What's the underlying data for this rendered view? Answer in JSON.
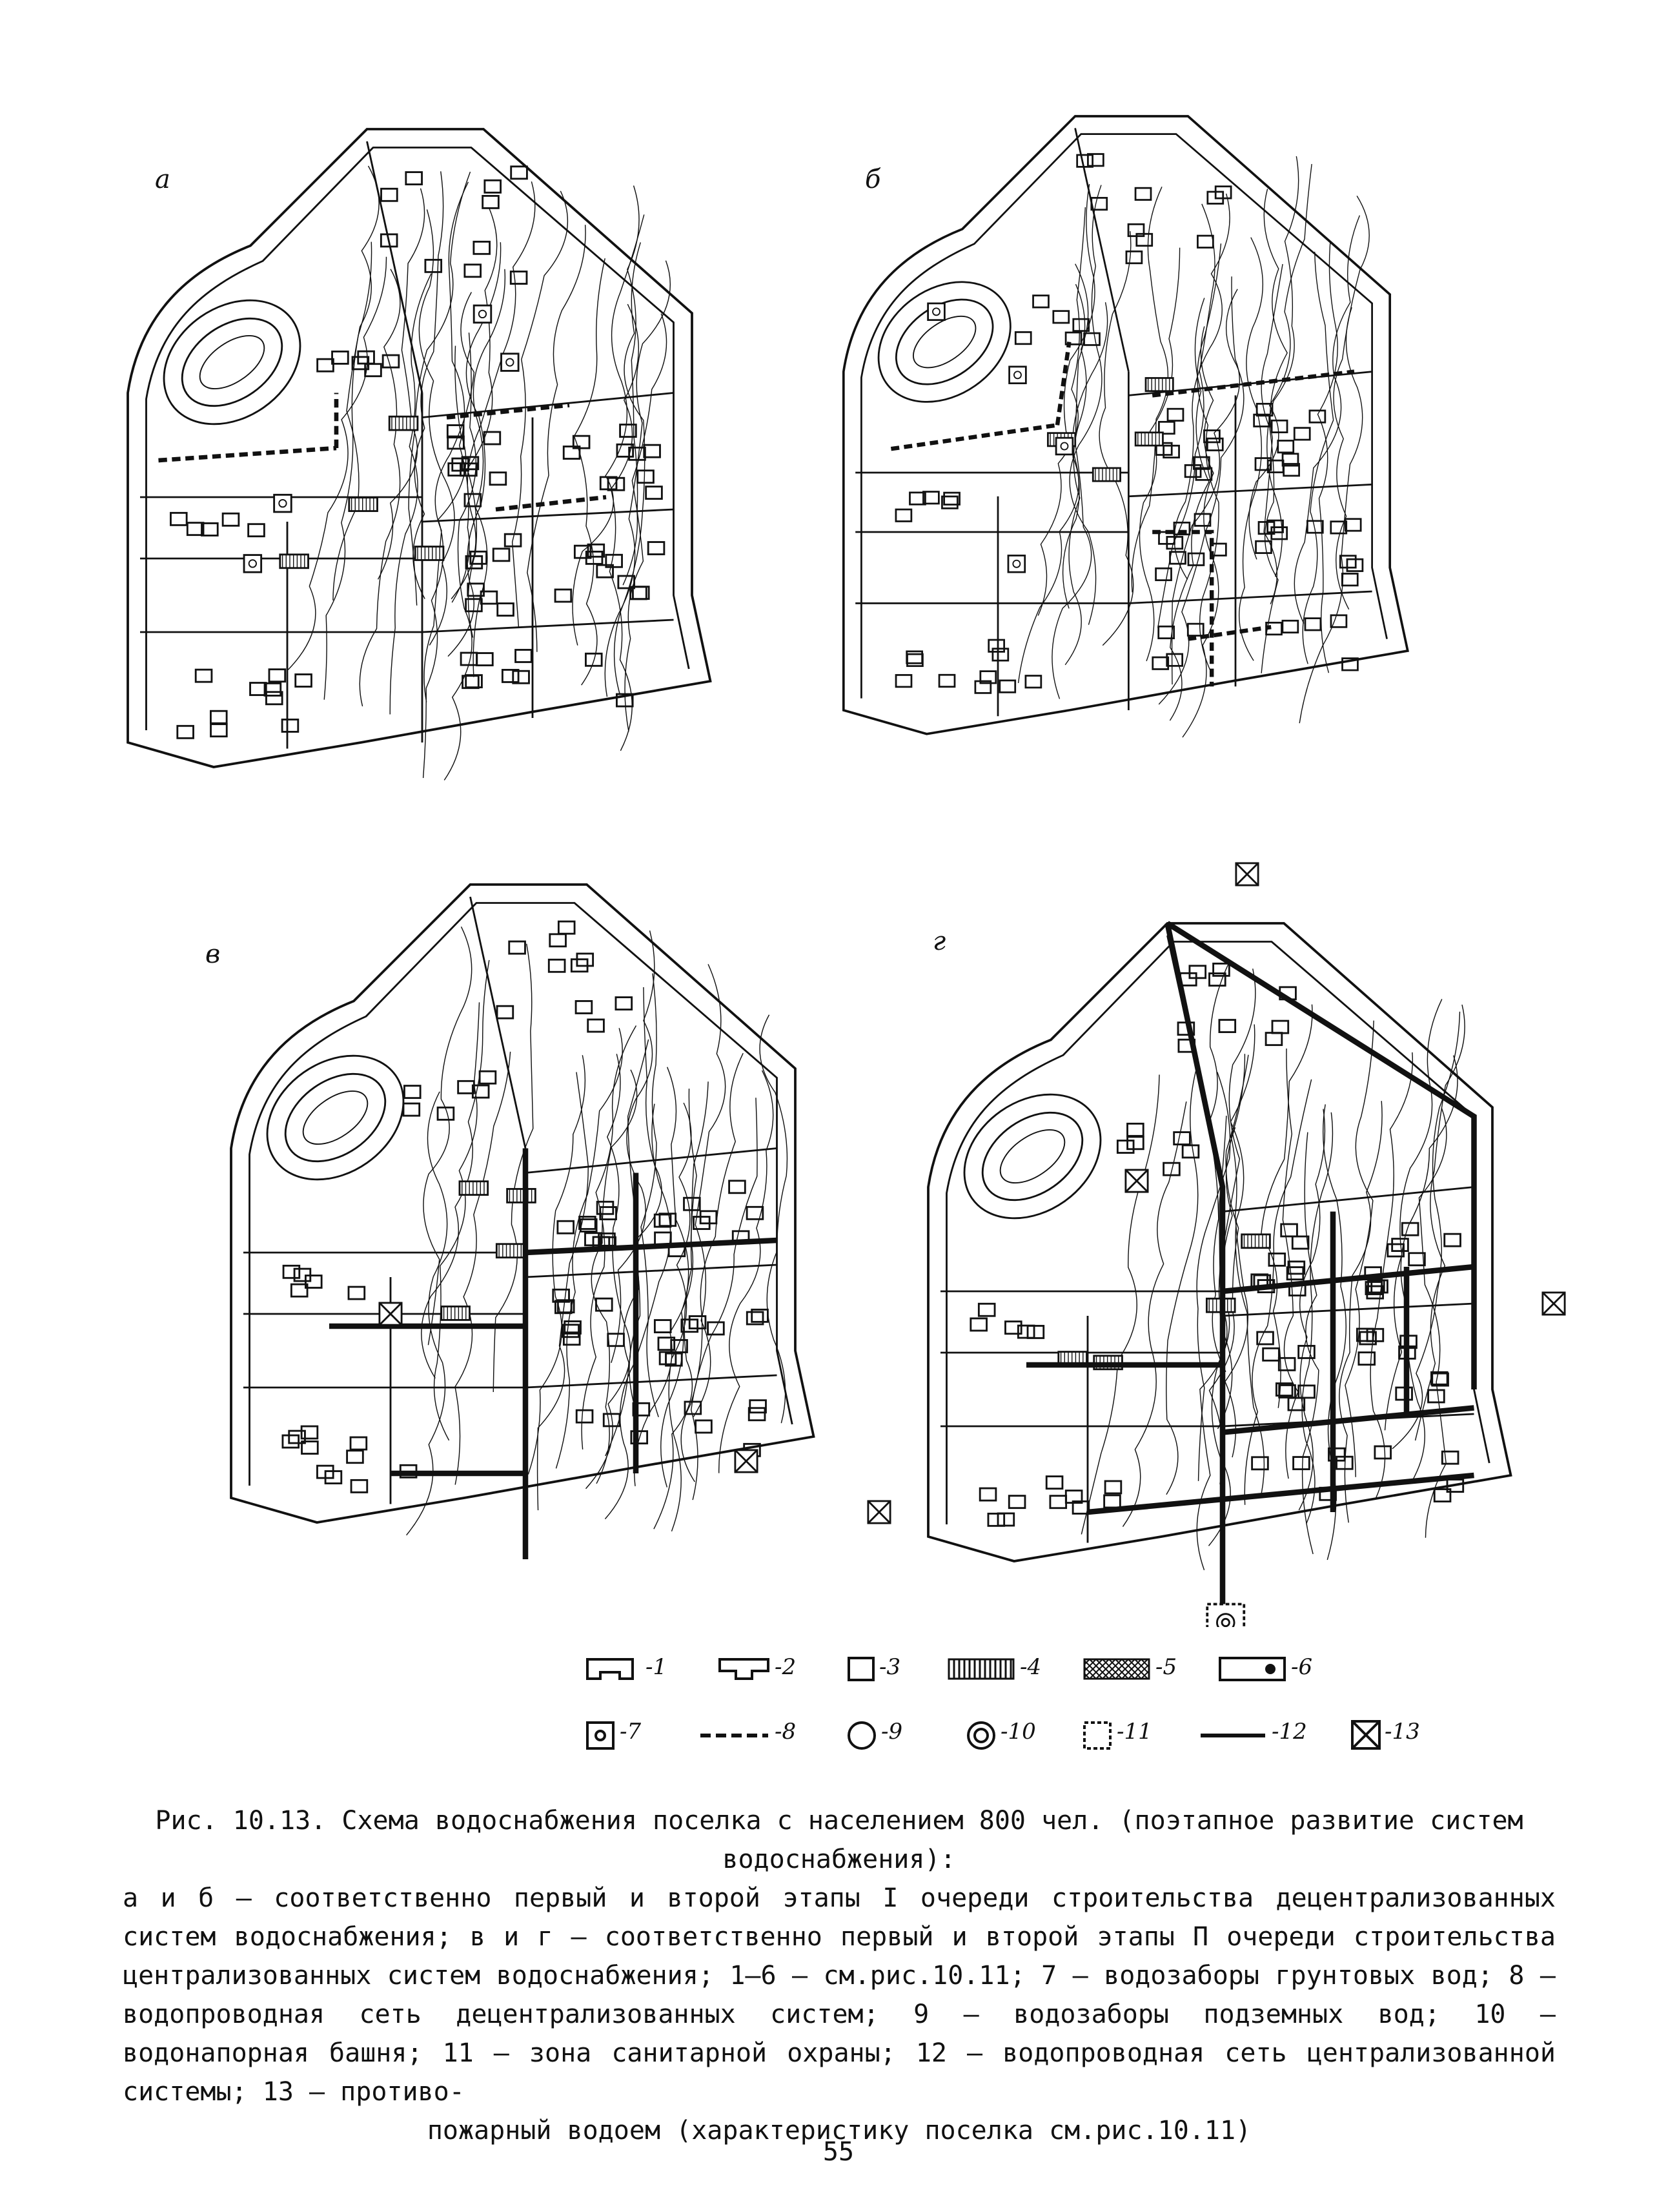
{
  "panels": [
    {
      "id": "a",
      "letter": "а"
    },
    {
      "id": "b",
      "letter": "б"
    },
    {
      "id": "c",
      "letter": "в"
    },
    {
      "id": "d",
      "letter": "г"
    }
  ],
  "legend": [
    {
      "num": "-1",
      "symbol": "building-1"
    },
    {
      "num": "-2",
      "symbol": "building-2"
    },
    {
      "num": "-3",
      "symbol": "building-3"
    },
    {
      "num": "-4",
      "symbol": "hatched-block"
    },
    {
      "num": "-5",
      "symbol": "crosshatched-block"
    },
    {
      "num": "-6",
      "symbol": "rect-with-dot"
    },
    {
      "num": "-7",
      "symbol": "square-with-circle"
    },
    {
      "num": "-8",
      "symbol": "dashed-line"
    },
    {
      "num": "-9",
      "symbol": "circle"
    },
    {
      "num": "-10",
      "symbol": "double-circle"
    },
    {
      "num": "-11",
      "symbol": "dotted-square"
    },
    {
      "num": "-12",
      "symbol": "solid-line"
    },
    {
      "num": "-13",
      "symbol": "crossed-square"
    }
  ],
  "caption": {
    "title_line1": "Рис. 10.13. Схема водоснабжения поселка с населением 800 чел. (поэтапное развитие систем",
    "title_line2": "водоснабжения):",
    "body": "а и б – соответственно первый и второй этапы I очереди строительства децентрализованных систем водоснабжения; в и г – соответственно первый и второй этапы П очереди строительства централизованных систем водоснабжения; 1–6 – см.рис.10.11; 7 – водозаборы грунтовых вод; 8 – водопроводная сеть децентрализованных систем; 9 – водозаборы подземных вод; 10 – водонапорная башня; 11 – зона санитарной охраны; 12 – водопроводная сеть централизованной системы; 13 – противо-",
    "last_line": "пожарный водоем (характеристику поселка см.рис.10.11)"
  },
  "page_number": "55"
}
